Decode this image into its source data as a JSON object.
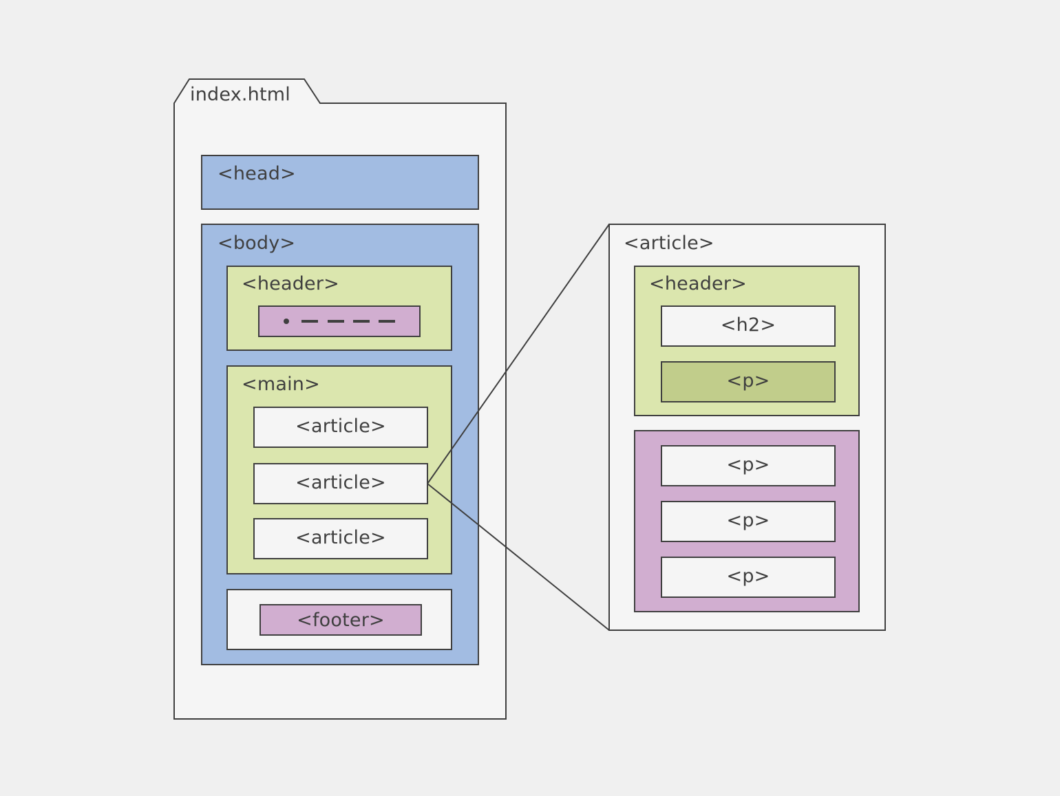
{
  "file": {
    "tab_label": "index.html"
  },
  "document": {
    "head_label": "<head>",
    "body_label": "<body>",
    "header_label": "<header>",
    "main_label": "<main>",
    "articles": [
      "<article>",
      "<article>",
      "<article>"
    ],
    "footer_label": "<footer>"
  },
  "zoom": {
    "article_label": "<article>",
    "header_label": "<header>",
    "h2_label": "<h2>",
    "header_p_label": "<p>",
    "section_paragraphs": [
      "<p>",
      "<p>",
      "<p>"
    ]
  },
  "colors": {
    "page_bg": "#f0f0f0",
    "file_bg": "#f5f5f5",
    "blue": "#a2bce2",
    "green": "#dbe6ae",
    "dark_green": "#c1cd8b",
    "purple": "#d1aed0",
    "white_box": "#f5f5f5",
    "stroke": "#3f3f3f"
  }
}
